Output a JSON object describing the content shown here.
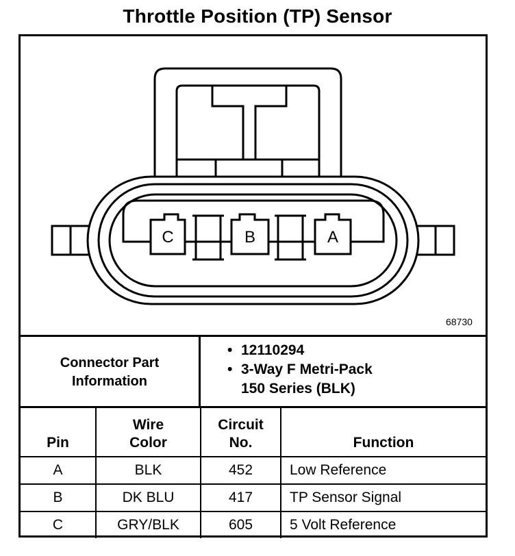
{
  "title": "Throttle Position (TP) Sensor",
  "image_id": "68730",
  "cavity_labels": [
    "C",
    "B",
    "A"
  ],
  "connector_part_information": {
    "label_line1": "Connector Part",
    "label_line2": "Information",
    "items": [
      "12110294",
      "3-Way F Metri-Pack"
    ],
    "item2_continued": "150 Series (BLK)"
  },
  "pin_table": {
    "headers": {
      "pin": "Pin",
      "wire_color_1": "Wire",
      "wire_color_2": "Color",
      "circuit_1": "Circuit",
      "circuit_2": "No.",
      "function": "Function"
    },
    "rows": [
      {
        "pin": "A",
        "wire_color": "BLK",
        "circuit": "452",
        "function": "Low Reference"
      },
      {
        "pin": "B",
        "wire_color": "DK BLU",
        "circuit": "417",
        "function": "TP Sensor Signal"
      },
      {
        "pin": "C",
        "wire_color": "GRY/BLK",
        "circuit": "605",
        "function": "5 Volt Reference"
      }
    ]
  }
}
